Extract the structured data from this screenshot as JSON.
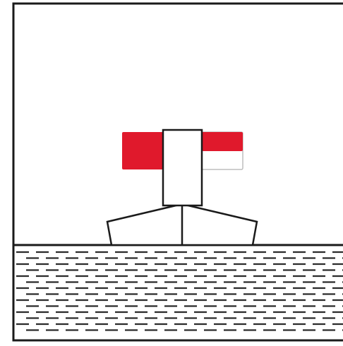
{
  "diagram": {
    "subject": "vessel-at-sea-with-sidelights",
    "colors": {
      "background": "#ffffff",
      "outline": "#1a1a1a",
      "port_light": "#e0192c",
      "starboard_light_top": "#e0192c",
      "starboard_light_bottom": "#ffffff",
      "water_lines": "#2b2b2b"
    },
    "lights": {
      "port": {
        "color": "red",
        "fill_fraction": 1.0
      },
      "starboard": {
        "color": "red-over-white",
        "fill_fraction": 0.5
      }
    }
  }
}
